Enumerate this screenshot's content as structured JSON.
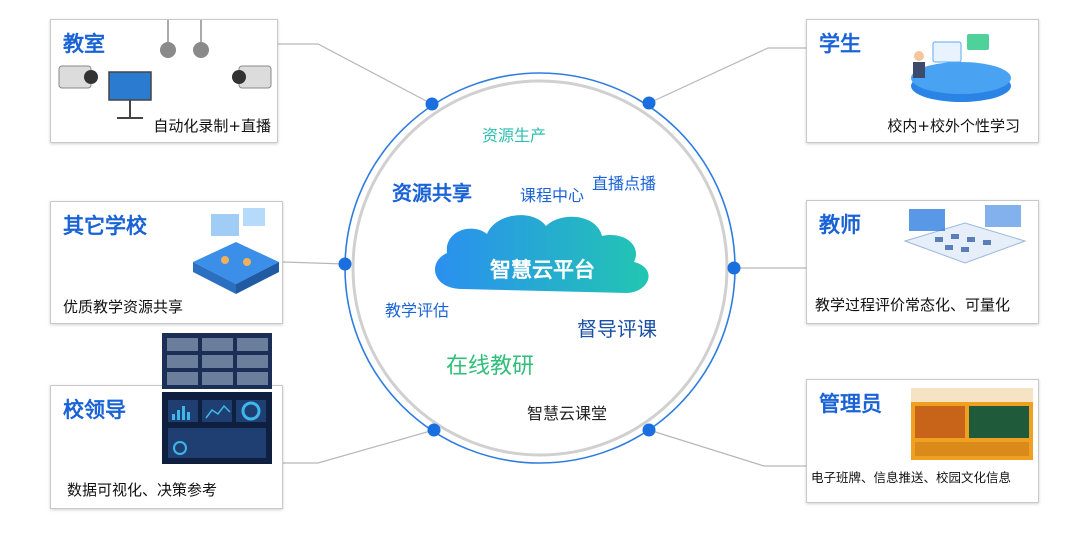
{
  "hub": {
    "cloud_label": "智慧云平台",
    "words": {
      "resource_production": "资源生产",
      "resource_sharing": "资源共享",
      "course_center": "课程中心",
      "live_vod": "直播点播",
      "teaching_evaluation": "教学评估",
      "supervision_review": "督导评课",
      "online_research": "在线教研",
      "smart_classroom": "智慧云课堂"
    }
  },
  "cards": {
    "classroom": {
      "title": "教室",
      "caption": "自动化录制+直播"
    },
    "other_schools": {
      "title": "其它学校",
      "caption": "优质教学资源共享"
    },
    "school_leaders": {
      "title": "校领导",
      "caption": "数据可视化、决策参考"
    },
    "students": {
      "title": "学生",
      "caption": "校内+校外个性学习"
    },
    "teachers": {
      "title": "教师",
      "caption": "教学过程评价常态化、可量化"
    },
    "administrators": {
      "title": "管理员",
      "caption": "电子班牌、信息推送、校园文化信息"
    }
  },
  "colors": {
    "title_blue": "#1a63d6",
    "ring_blue": "#2f7de1",
    "node_blue": "#1a6fe0",
    "teal": "#2bbfb0",
    "green": "#2fbf7a",
    "cloud_start": "#2a8ff0",
    "cloud_end": "#22c6b2",
    "connector_gray": "#b8b8b8"
  }
}
